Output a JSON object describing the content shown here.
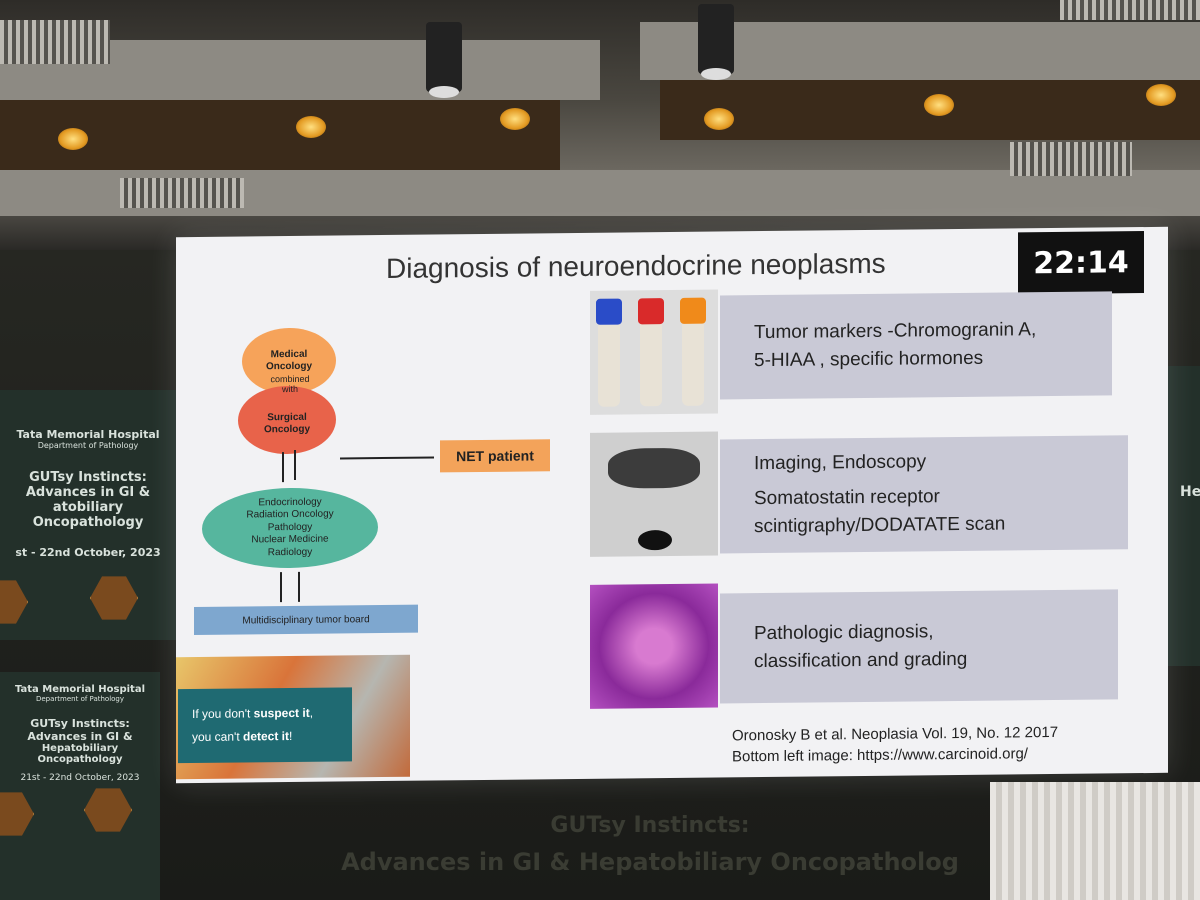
{
  "slide": {
    "title": "Diagnosis of neuroendocrine neoplasms",
    "timer": "22:14",
    "diagram": {
      "medical_oncology": "Medical Oncology",
      "combined_with": "combined with",
      "surgical_oncology": "Surgical Oncology",
      "net_patient": "NET patient",
      "specialties": [
        "Endocrinology",
        "Radiation Oncology",
        "Pathology",
        "Nuclear Medicine",
        "Radiology"
      ],
      "tumor_board": "Multidisciplinary tumor board"
    },
    "suspect": {
      "line1_pre": "If you don't ",
      "line1_bold": "suspect it",
      "line1_post": ",",
      "line2_pre": "you can't ",
      "line2_bold": "detect it",
      "line2_post": "!"
    },
    "cards": [
      {
        "lines": [
          "Tumor markers -Chromogranin A,",
          "5-HIAA , specific hormones"
        ]
      },
      {
        "lines": [
          "Imaging, Endoscopy",
          "Somatostatin receptor",
          "scintigraphy/DODATATE scan"
        ]
      },
      {
        "lines": [
          "Pathologic diagnosis,",
          "classification and grading"
        ]
      }
    ],
    "citation": "Oronosky B et al. Neoplasia Vol. 19, No. 12 2017",
    "image_credit": "Bottom left image: https://www.carcinoid.org/"
  },
  "banner_left": {
    "hospital": "Tata Memorial Hospital",
    "department": "Department of Pathology",
    "event_line1": "GUTsy Instincts:",
    "event_line2": "Advances in GI &",
    "event_line3": "atobiliary Oncopathology",
    "dates": "st - 22nd October, 2023"
  },
  "podium_banner": {
    "hospital": "Tata Memorial Hospital",
    "department": "Department of Pathology",
    "event_line1": "GUTsy Instincts:",
    "event_line2": "Advances in GI &",
    "event_line3": "Hepatobiliary Oncopathology",
    "dates": "21st - 22nd October, 2023"
  },
  "stage": {
    "line1": "GUTsy Instincts:",
    "line2": "Advances in GI & Hepatobiliary Oncopatholog"
  },
  "banner_right": {
    "fragment": "He"
  },
  "colors": {
    "card": "#c9c9d6",
    "net_box": "#f3a35a",
    "board": "#7ea7cf",
    "teal": "#1f6a72"
  }
}
